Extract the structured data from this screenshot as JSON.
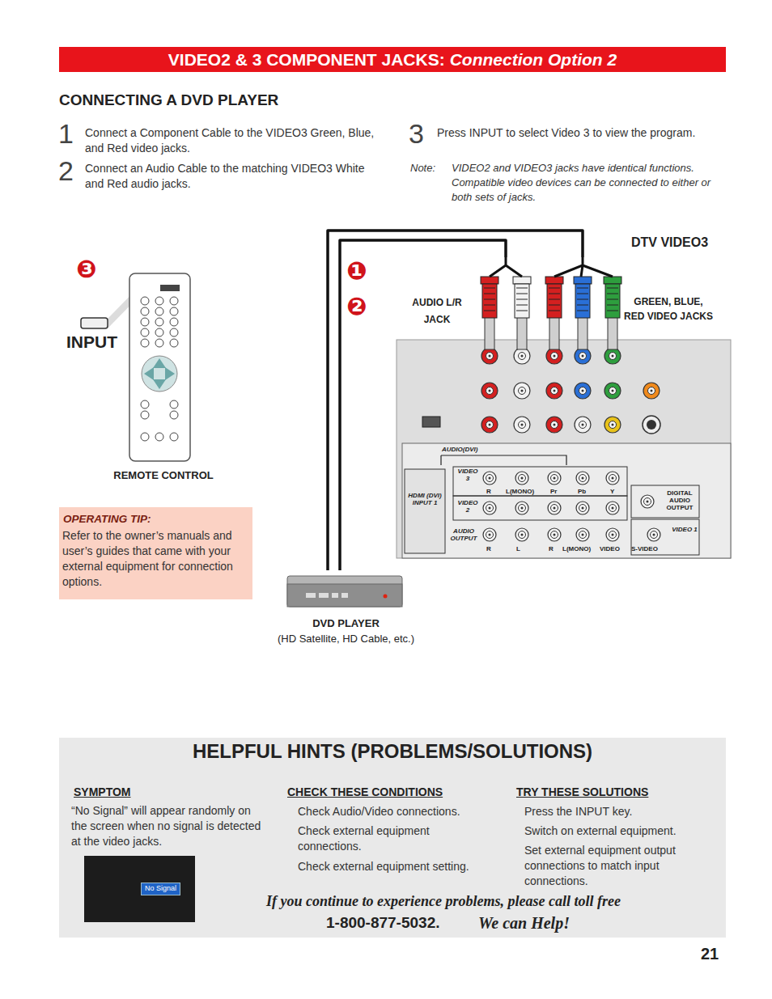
{
  "diagram": {
    "nodes": [
      {
        "text": [
          "VIDEO2 & 3 COMPONENT JACKS:",
          "Connection Option 2"
        ]
      },
      {
        "text": [
          "DTV VIDEO3"
        ]
      },
      {
        "text": [
          "OPERATING TIP:",
          "Refer to the owner’s manuals and user’s guides that came with your external equipment for connection options."
        ]
      },
      {
        "text": [
          "DVD PLAYER",
          "(HD Satellite, HD Cable, etc.)"
        ]
      },
      {
        "text": [
          "HELPFUL HINTS (PROBLEMS/SOLUTIONS)",
          "SYMPTOM",
          "“No Signal” will appear randomly on the screen when no signal is detected at the video jacks.",
          "CHECK THESE CONDITIONS",
          "Check Audio/Video connections.",
          "Check external equipment connections.",
          "Check external equipment setting.",
          "TRY THESE SOLUTIONS",
          "Press the INPUT key.",
          "Switch on external equipment.",
          "Set external equipment output connections to match input connections.",
          "If you continue to experience problems, please call toll free",
          "1-800-877-5032.",
          "We can Help!"
        ]
      },
      {
        "text": [
          "No Signal"
        ],
        "in": 4
      }
    ],
    "edges": [
      {
        "from": 3,
        "to": 1,
        "arrow": "none"
      },
      {
        "from": 3,
        "to": 1,
        "arrow": "none"
      }
    ],
    "labels": [
      "CONNECTING A DVD PLAYER",
      "1",
      "Connect a Component Cable to the VIDEO3 Green, Blue, and Red video jacks.",
      "2",
      "Connect an Audio Cable to the matching VIDEO3 White and Red audio jacks.",
      "3",
      "Press INPUT to select Video 3 to view the program.",
      "Note:",
      "VIDEO2 and VIDEO3 jacks have identical functions. Compatible video devices can be connected to either or both sets of jacks.",
      "❸",
      "INPUT",
      "REMOTE CONTROL",
      "❶",
      "❷",
      "AUDIO L/R JACK",
      "GREEN, BLUE, RED VIDEO JACKS",
      "AUDIO(DVI)",
      "VIDEO 3",
      "R",
      "L(MONO)",
      "Pr",
      "Pb",
      "Y",
      "HDMI (DVI) INPUT 1",
      "VIDEO 2",
      "DIGITAL AUDIO OUTPUT",
      "AUDIO OUTPUT",
      "R",
      "L",
      "R",
      "L(MONO)",
      "VIDEO",
      "S-VIDEO",
      "VIDEO 1",
      "21"
    ]
  }
}
